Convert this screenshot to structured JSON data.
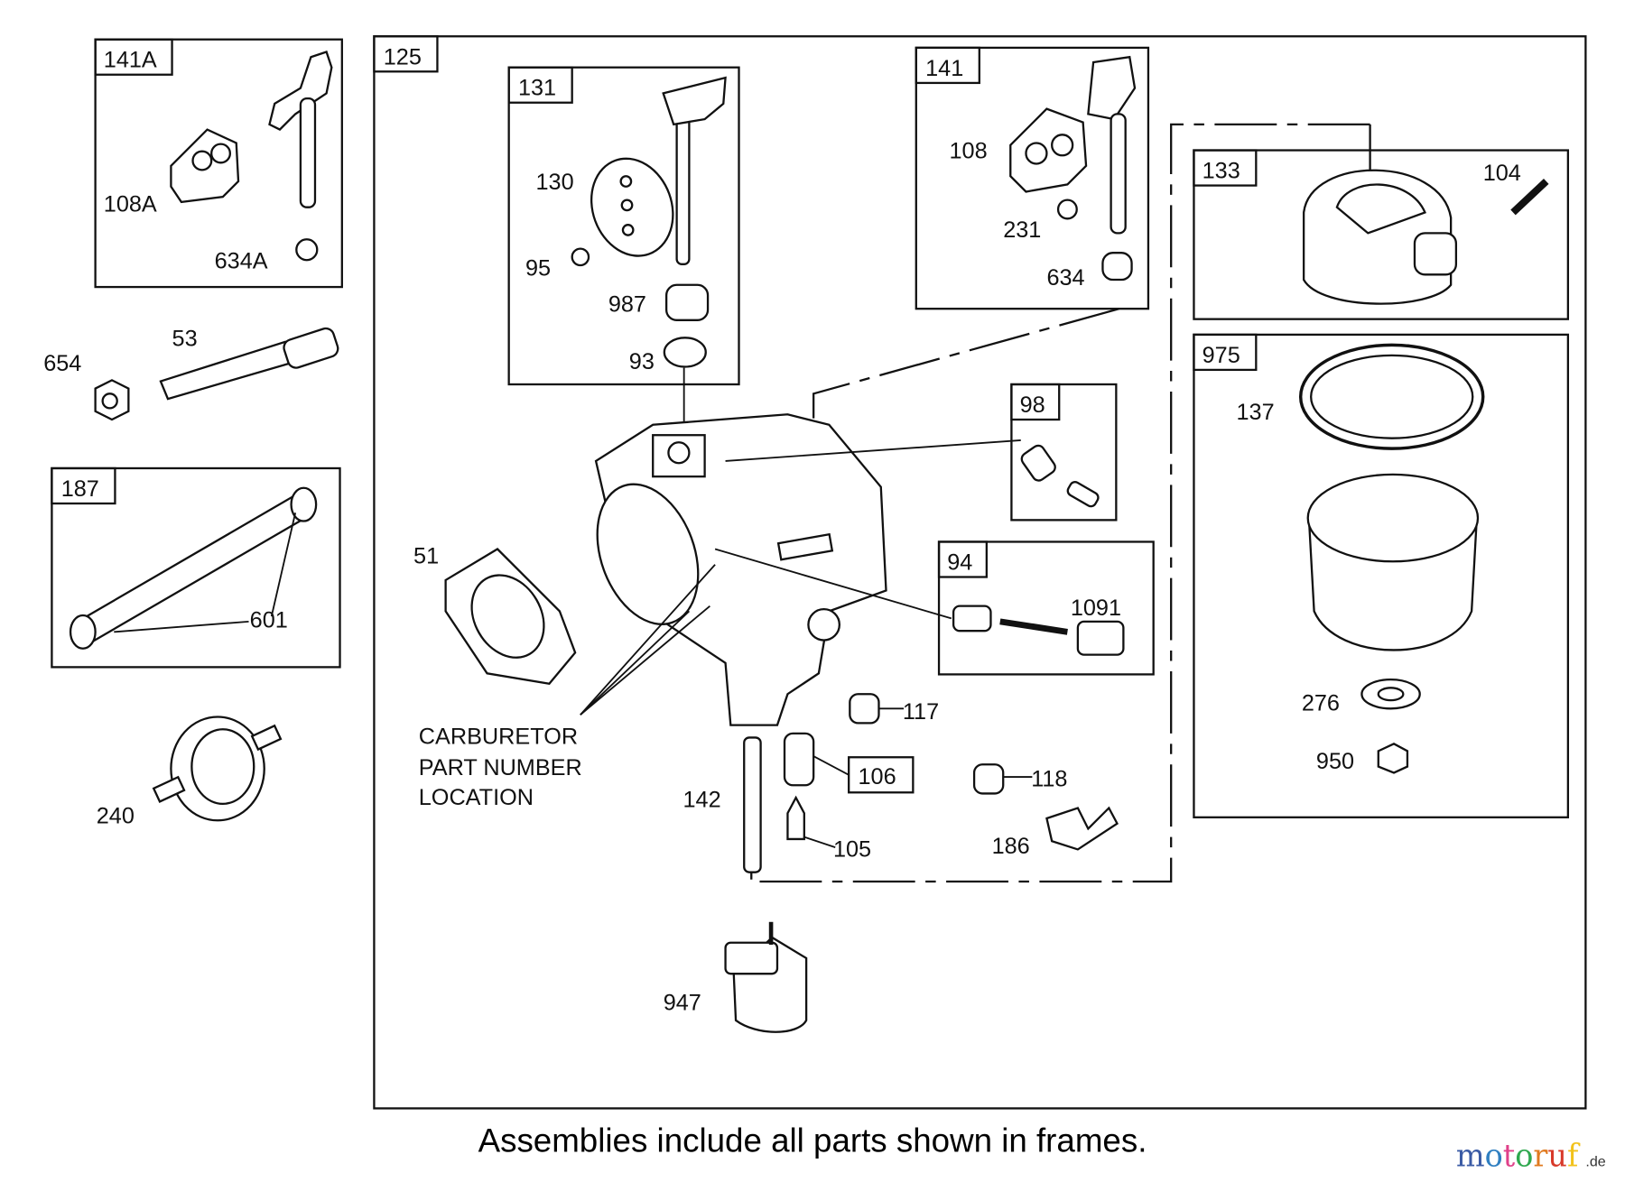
{
  "frames": {
    "f141A": "141A",
    "f125": "125",
    "f131": "131",
    "f141": "141",
    "f133": "133",
    "f975": "975",
    "f98": "98",
    "f94": "94",
    "f187": "187",
    "f106": "106"
  },
  "parts": {
    "p108A": "108A",
    "p634A": "634A",
    "p654": "654",
    "p53": "53",
    "p601": "601",
    "p240": "240",
    "p130": "130",
    "p95": "95",
    "p987": "987",
    "p93": "93",
    "p108": "108",
    "p231": "231",
    "p634": "634",
    "p104": "104",
    "p137": "137",
    "p276": "276",
    "p950": "950",
    "p51": "51",
    "p1091": "1091",
    "p117": "117",
    "p118": "118",
    "p142": "142",
    "p105": "105",
    "p186": "186",
    "p947": "947"
  },
  "carburetor_note": [
    "CARBURETOR",
    "PART NUMBER",
    "LOCATION"
  ],
  "footer": "Assemblies include all parts shown in frames.",
  "watermark": {
    "text": "motoruf",
    "suffix": ".de",
    "colors": [
      "#3b5ba5",
      "#2f7fc1",
      "#e0408a",
      "#2fa84f",
      "#e07a1f",
      "#d83a2a",
      "#f2c21b"
    ]
  }
}
